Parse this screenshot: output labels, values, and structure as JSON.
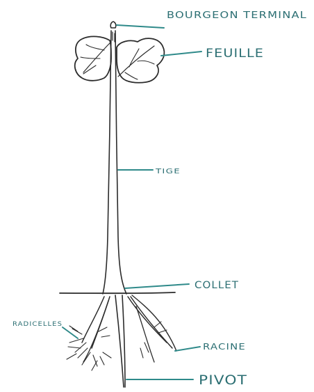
{
  "labels": {
    "bourgeon": "BOURGEON TERMINAL",
    "feuille": "FEUILLE",
    "tige": "TIGE",
    "collet": "COLLET",
    "radicelles": "RADICELLES",
    "racine": "RACINE",
    "pivot": "PIVOT"
  },
  "colors": {
    "ink": "#2b2b2b",
    "label": "#2c6f73",
    "leader": "#2f8a8a"
  }
}
